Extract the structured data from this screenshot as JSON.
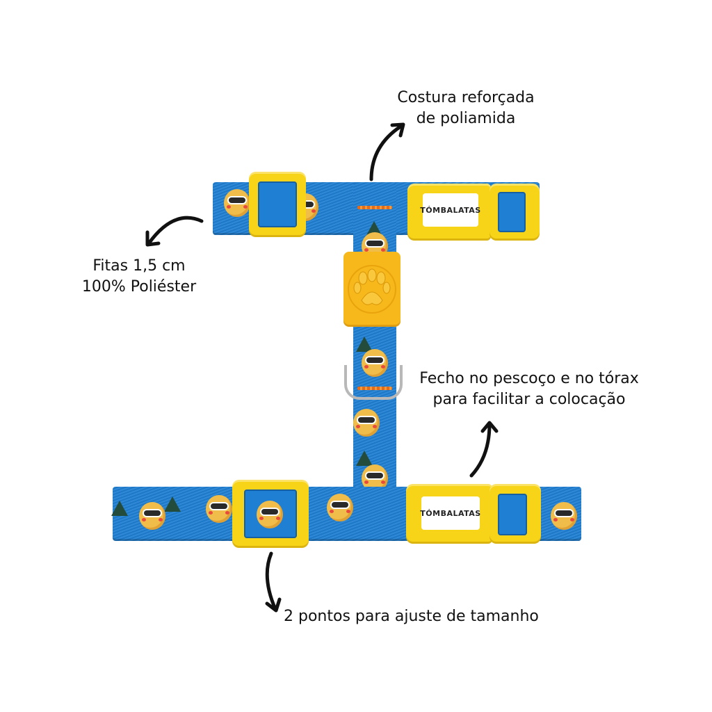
{
  "product": {
    "brand": "TÓMBALATAS",
    "colors": {
      "strap": "#1f7fd3",
      "buckle": "#f7d417",
      "paw_plate": "#f6b81a",
      "pineapple": "#f1bd4a",
      "text": "#111111"
    }
  },
  "annotations": {
    "stitching": {
      "line1": "Costura reforçada",
      "line2": "de poliamida",
      "icon": "curved-arrow-up-right-icon"
    },
    "straps": {
      "line1": "Fitas 1,5 cm",
      "line2": "100% Poliéster",
      "icon": "curved-arrow-down-left-icon"
    },
    "closure": {
      "line1": "Fecho no pescoço e no tórax",
      "line2": "para facilitar a colocação",
      "icon": "curved-arrow-up-icon"
    },
    "adjust": {
      "line1": "2 pontos para ajuste de tamanho",
      "icon": "curved-arrow-down-icon"
    }
  }
}
